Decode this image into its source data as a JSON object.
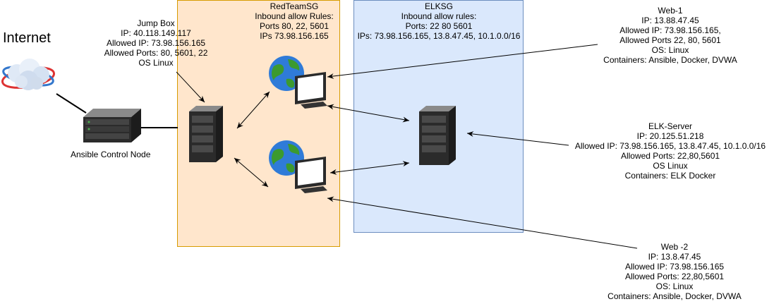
{
  "internet": {
    "label": "Internet"
  },
  "ansible": {
    "label": "Ansible Control Node"
  },
  "jump_box": {
    "lines": [
      "Jump Box",
      "IP: 40.118.149.117",
      "Allowed IP: 73.98.156.165",
      "Allowed Ports: 80, 5601, 22",
      "OS Linux"
    ]
  },
  "redteam_sg": {
    "lines": [
      "RedTeamSG",
      "Inbound allow Rules:",
      "Ports 80, 22, 5601",
      "IPs 73.98.156.165"
    ]
  },
  "elk_sg": {
    "lines": [
      "ELKSG",
      "Inbound allow rules:",
      "Ports: 22 80 5601",
      "IPs: 73.98.156.165, 13.8.47.45, 10.1.0.0/16"
    ]
  },
  "web1": {
    "lines": [
      "Web-1",
      "IP: 13.88.47.45",
      "Allowed IP: 73.98.156.165,",
      "Allowed Ports 22, 80, 5601",
      "OS: Linux",
      "Containers: Ansible, Docker, DVWA"
    ]
  },
  "elk_server": {
    "lines": [
      "ELK-Server",
      "IP: 20.125.51.218",
      "Allowed IP: 73.98.156.165, 13.8.47.45, 10.1.0.0/16",
      "Allowed Ports: 22,80,5601",
      "OS Linux",
      "Containers: ELK Docker"
    ]
  },
  "web2": {
    "lines": [
      "Web -2",
      "IP: 13.8.47.45",
      "Allowed IP: 73.98.156.165",
      "Allowed Ports: 22,80,5601",
      "OS: Linux",
      "Containers: Ansible, Docker, DVWA"
    ]
  },
  "colors": {
    "redteam_fill": "#ffe6cc",
    "redteam_stroke": "#d79b00",
    "elk_fill": "#dae8fc",
    "elk_stroke": "#6c8ebf",
    "line": "#000000"
  }
}
